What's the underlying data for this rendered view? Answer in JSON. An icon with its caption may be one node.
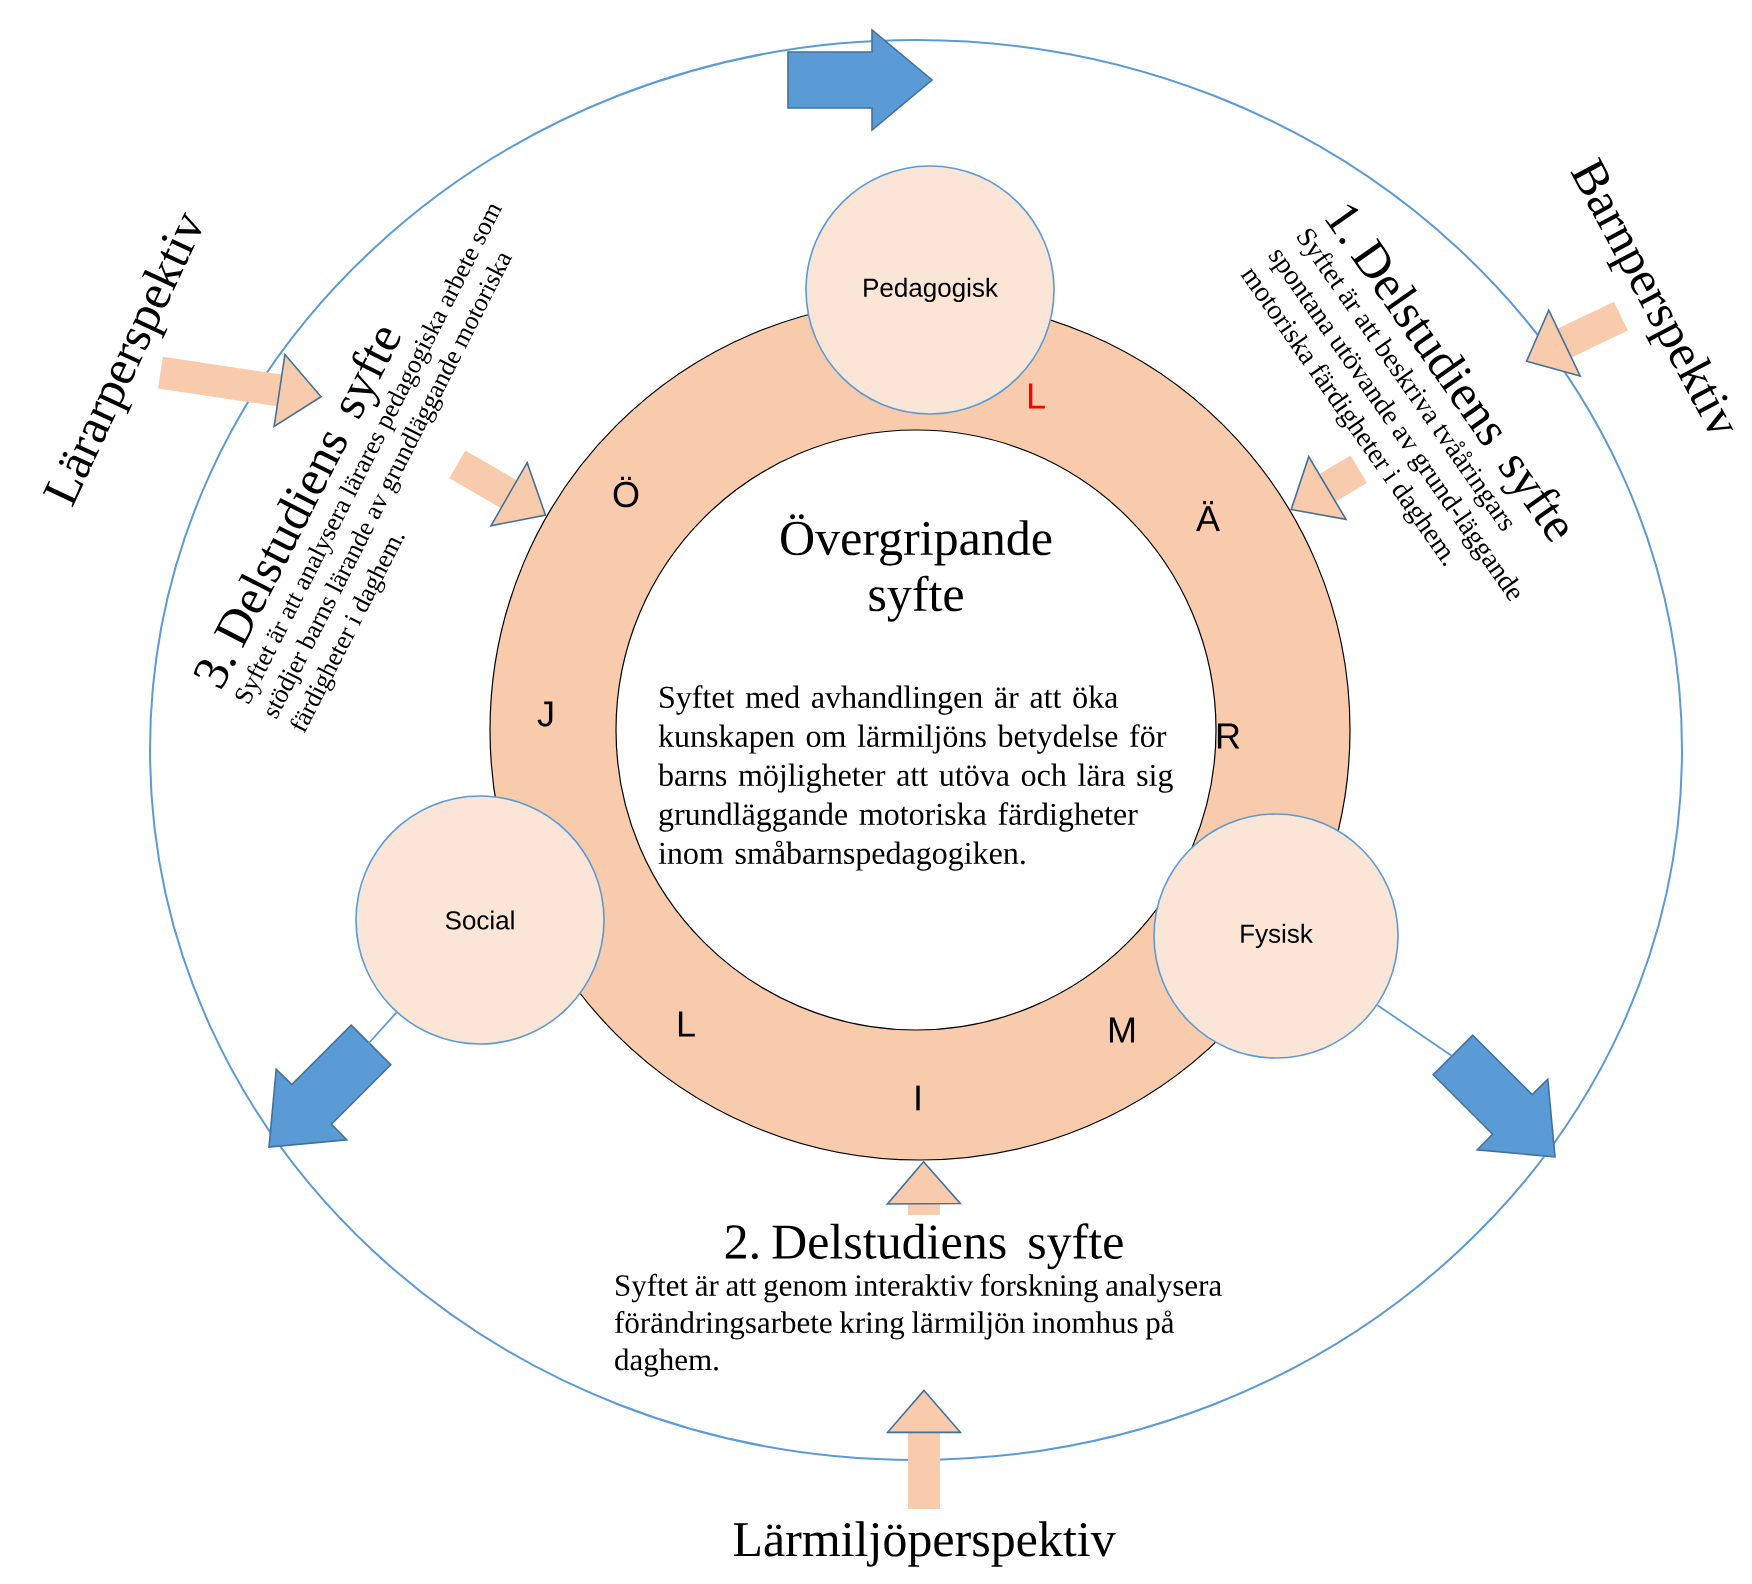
{
  "diagram": {
    "nodes": [
      {
        "text": [
          "L",
          "Ä",
          "R",
          "M",
          "I",
          "L",
          "J",
          "Ö"
        ]
      },
      {
        "text": [
          "Övergripande syfte",
          "Syftet med avhandlingen är att öka kunskapen om lärmiljöns betydelse för barns möjligheter att utöva och lära sig grundläggande motoriska färdigheter inom småbarnspedagogiken."
        ],
        "in": 0
      },
      {
        "text": [
          "Pedagogisk"
        ]
      },
      {
        "text": [
          "Social"
        ]
      },
      {
        "text": [
          "Fysisk"
        ]
      },
      {
        "text": [
          "Lärarperspektiv"
        ]
      },
      {
        "text": [
          "3. Delstudiens syfte",
          "Syftet är att analysera lärares pedagogiska arbete som stödjer barns lärande av grundläggande motoriska färdigheter i daghem."
        ]
      },
      {
        "text": [
          "1. Delstudiens syfte",
          "Syftet är att beskriva tvååringars spontana utövande av grund-läggande motoriska färdigheter i daghem."
        ]
      },
      {
        "text": [
          "Barnperspektiv"
        ]
      },
      {
        "text": [
          "2. Delstudiens syfte",
          "Syftet är att genom interaktiv forskning analysera förändringsarbete kring lärmiljön inomhus på daghem."
        ]
      },
      {
        "text": [
          "Lärmiljöperspektiv"
        ]
      }
    ],
    "edges": [
      {
        "from": 5,
        "to": 6,
        "arrow": "to"
      },
      {
        "from": 8,
        "to": 7,
        "arrow": "to"
      },
      {
        "from": 10,
        "to": 9,
        "arrow": "to"
      },
      {
        "from": 6,
        "to": 0,
        "arrow": "to"
      },
      {
        "from": 7,
        "to": 0,
        "arrow": "to"
      },
      {
        "from": 9,
        "to": 0,
        "arrow": "to"
      },
      {
        "from": 3,
        "to": null,
        "arrow": "none",
        "color": "#5b9bd5"
      },
      {
        "from": 4,
        "to": null,
        "arrow": "none",
        "color": "#5b9bd5"
      }
    ]
  }
}
